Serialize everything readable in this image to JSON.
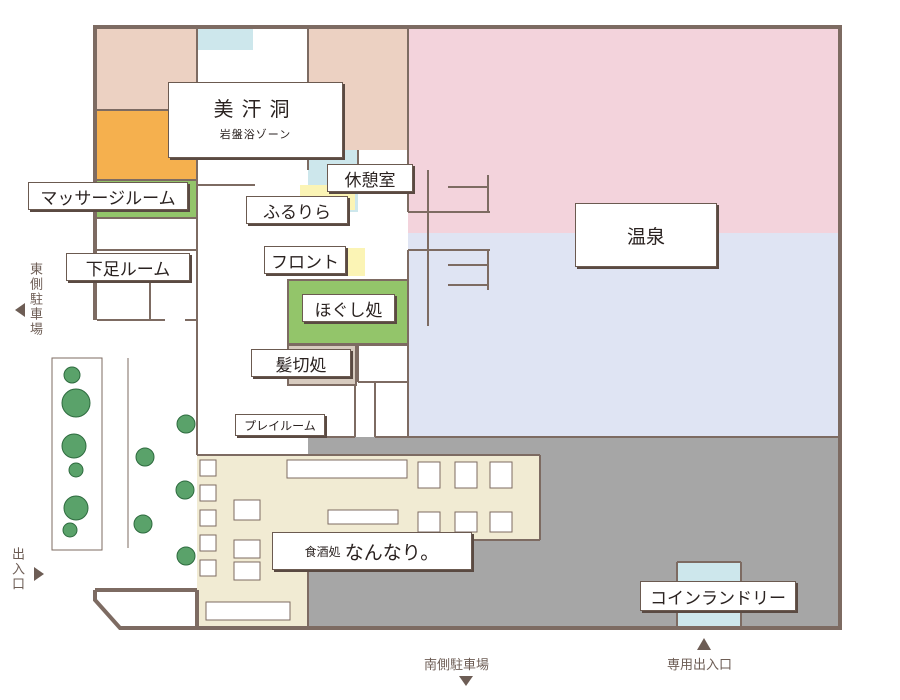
{
  "colors": {
    "outer_wall": "#7d6b62",
    "hot_spring_upper": "#f3d3dc",
    "hot_spring_lower": "#dfe4f3",
    "parking_area": "#a6a6a6",
    "restaurant": "#f1ebd3",
    "ganbanyoku_rooms": "#ecd1c2",
    "massage_orange": "#f5b04e",
    "green_rooms": "#93c56a",
    "light_blue": "#cde7ec",
    "yellow_accent": "#fbf4b5",
    "tree": "#5aa26a"
  },
  "rooms": {
    "ganbanyoku": {
      "title": "美汗洞",
      "subtitle": "岩盤浴ゾーン"
    },
    "massage": "マッサージルーム",
    "kyukeishitsu": "休憩室",
    "fururira": "ふるりら",
    "front": "フロント",
    "shitaashi": "下足ルーム",
    "hogushi": "ほぐし処",
    "kamikiri": "髪切処",
    "play": "プレイルーム",
    "onsen": "温泉",
    "restaurant": {
      "prefix": "食酒処",
      "name": "なんなり。"
    },
    "laundry": "コインランドリー"
  },
  "outside": {
    "east_parking": "東側駐車場",
    "entrance_left": "出入口",
    "south_parking": "南側駐車場",
    "private_entrance": "専用出入口"
  },
  "icons": [
    "tree-icon",
    "arrow-left-icon",
    "arrow-right-icon",
    "arrow-down-icon",
    "arrow-up-icon"
  ]
}
